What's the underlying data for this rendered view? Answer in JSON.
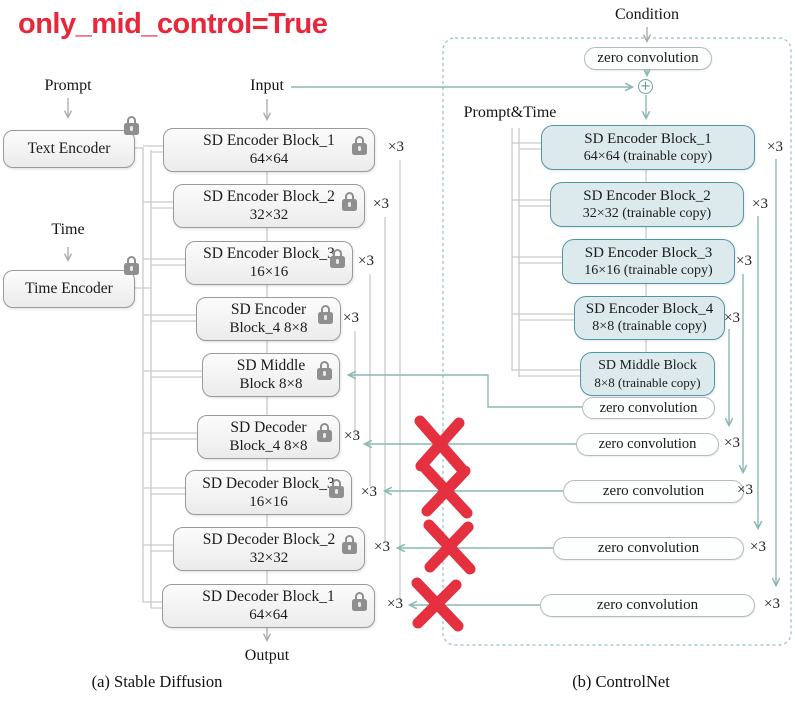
{
  "title": "only_mid_control=True",
  "labels": {
    "prompt": "Prompt",
    "input": "Input",
    "time": "Time",
    "condition": "Condition",
    "prompt_time": "Prompt&Time",
    "output": "Output",
    "plus": "+",
    "times3": "×3",
    "caption_left": "(a) Stable Diffusion",
    "caption_right": "(b) ControlNet"
  },
  "stable_diffusion": {
    "text_encoder": "Text Encoder",
    "time_encoder": "Time Encoder",
    "blocks": [
      {
        "line1": "SD Encoder Block_1",
        "line2": "64×64"
      },
      {
        "line1": "SD Encoder Block_2",
        "line2": "32×32"
      },
      {
        "line1": "SD Encoder Block_3",
        "line2": "16×16"
      },
      {
        "line1": "SD Encoder",
        "line2": "Block_4 8×8"
      },
      {
        "line1": "SD Middle",
        "line2": "Block 8×8"
      },
      {
        "line1": "SD Decoder",
        "line2": "Block_4 8×8"
      },
      {
        "line1": "SD Decoder Block_3",
        "line2": "16×16"
      },
      {
        "line1": "SD Decoder Block_2",
        "line2": "32×32"
      },
      {
        "line1": "SD Decoder Block_1",
        "line2": "64×64"
      }
    ]
  },
  "controlnet": {
    "zero_convolution": "zero convolution",
    "blocks": [
      {
        "line1": "SD Encoder Block_1",
        "line2": "64×64 (trainable copy)"
      },
      {
        "line1": "SD Encoder Block_2",
        "line2": "32×32 (trainable copy)"
      },
      {
        "line1": "SD Encoder Block_3",
        "line2": "16×16 (trainable copy)"
      },
      {
        "line1": "SD Encoder Block_4",
        "line2": "8×8 (trainable copy)"
      },
      {
        "line1": "SD Middle Block",
        "line2": "8×8 (trainable copy)"
      }
    ]
  },
  "colors": {
    "accent_red": "#e8273b",
    "cross_red": "#e4303f",
    "teal_line": "#8ab8b4",
    "trainable_border": "#4f97a3",
    "trainable_fill": "#dceaed",
    "dashed_border": "#a3ccd2",
    "gray_line": "#c9c9c9"
  }
}
